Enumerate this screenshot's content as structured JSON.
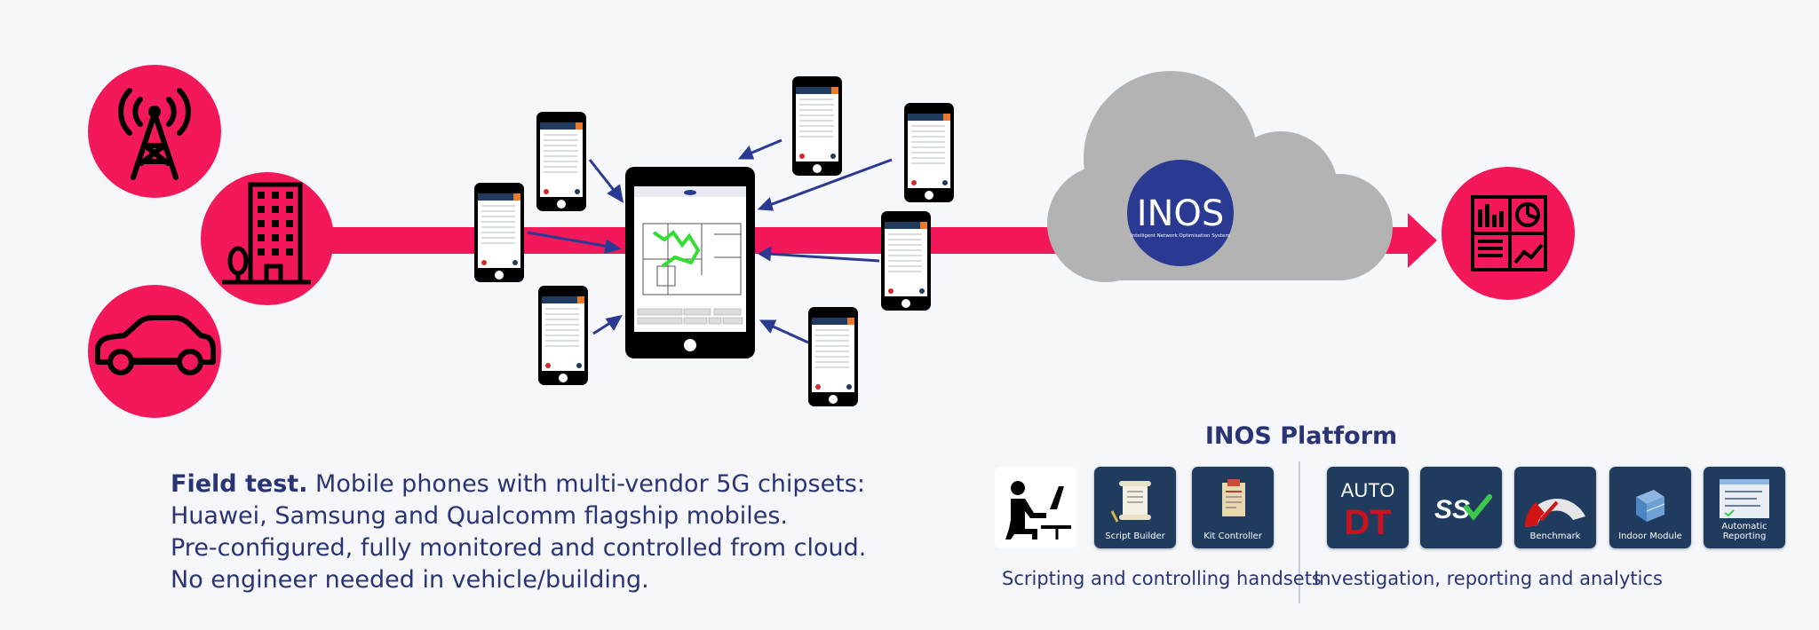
{
  "diagram": {
    "cloud_logo_text": "INOS",
    "cloud_logo_subtitle": "Intelligent Network Optimisation System",
    "icons": {
      "left": [
        "cell-tower-icon",
        "building-icon",
        "car-icon"
      ],
      "right": "report-analytics-icon"
    }
  },
  "caption": {
    "lead": "Field test.",
    "line1_rest": " Mobile phones with multi-vendor 5G chipsets:",
    "line2": "Huawei, Samsung and Qualcomm flagship mobiles.",
    "line3": "Pre-configured, fully monitored and controlled from cloud.",
    "line4": "No engineer needed in vehicle/building."
  },
  "platform": {
    "title": "INOS Platform",
    "tiles": [
      {
        "id": "engineer",
        "label": ""
      },
      {
        "id": "script-builder",
        "label": "Script Builder"
      },
      {
        "id": "kit-controller",
        "label": "Kit Controller"
      },
      {
        "id": "auto-dt",
        "label": "",
        "text_top": "AUTO",
        "text_bottom": "DT"
      },
      {
        "id": "ss",
        "label": "",
        "text": "SS"
      },
      {
        "id": "benchmark",
        "label": "Benchmark"
      },
      {
        "id": "indoor-module",
        "label": "Indoor Module"
      },
      {
        "id": "automatic-reporting",
        "label": "Automatic Reporting"
      }
    ],
    "section_left": "Scripting and controlling handsets",
    "section_right": "Investigation, reporting and analytics"
  },
  "colors": {
    "accent_pink": "#f2185a",
    "navy": "#2a3474",
    "cloud_gray": "#b3b3b3",
    "tile_bg": "#1f3b5e"
  }
}
